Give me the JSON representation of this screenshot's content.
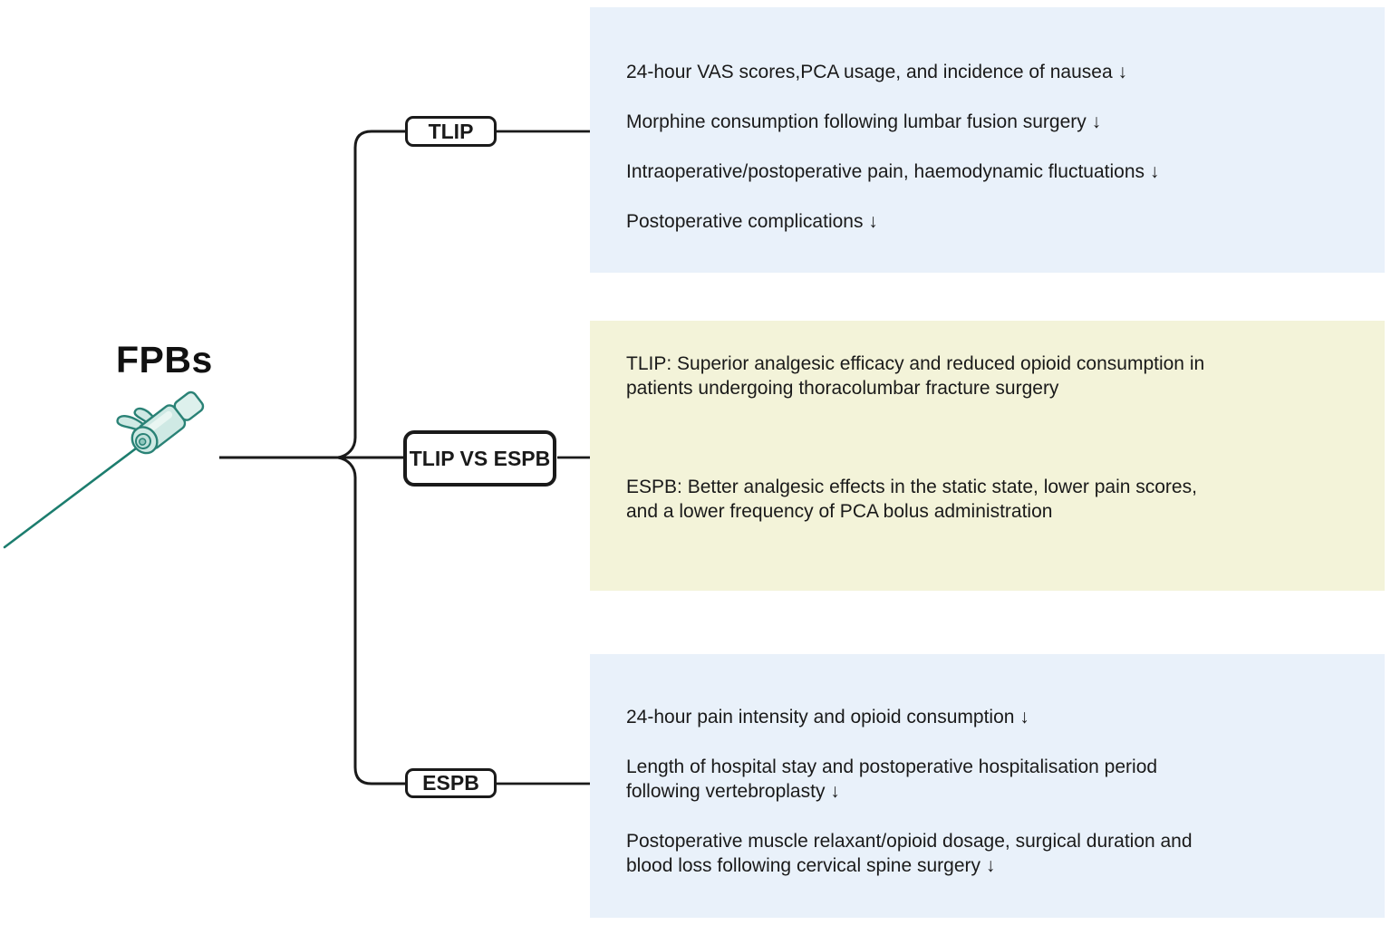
{
  "root": {
    "label": "FPBs"
  },
  "branches": [
    {
      "label": "TLIP"
    },
    {
      "label": "TLIP VS ESPB"
    },
    {
      "label": "ESPB"
    }
  ],
  "panels": [
    {
      "id": "tlip-outcomes",
      "bg": "#e9f1fa",
      "items": [
        {
          "lines": [
            "24-hour VAS scores,PCA usage, and incidence of nausea ↓"
          ]
        },
        {
          "lines": [
            "Morphine consumption following lumbar fusion surgery ↓"
          ]
        },
        {
          "lines": [
            "Intraoperative/postoperative pain, haemodynamic fluctuations ↓"
          ]
        },
        {
          "lines": [
            "Postoperative complications ↓"
          ]
        }
      ]
    },
    {
      "id": "tlip-vs-espb-outcomes",
      "bg": "#f3f3d9",
      "items": [
        {
          "lines": [
            "TLIP: Superior analgesic efficacy and reduced opioid consumption in",
            "patients undergoing thoracolumbar fracture surgery"
          ]
        },
        {
          "lines": [
            "ESPB: Better analgesic effects in the static state, lower pain scores,",
            "and a lower frequency of PCA bolus administration"
          ]
        }
      ]
    },
    {
      "id": "espb-outcomes",
      "bg": "#e9f1fa",
      "items": [
        {
          "lines": [
            "24-hour pain intensity and opioid consumption ↓"
          ]
        },
        {
          "lines": [
            "Length of hospital stay and postoperative hospitalisation period",
            "following vertebroplasty ↓"
          ]
        },
        {
          "lines": [
            "Postoperative muscle relaxant/opioid dosage, surgical duration and",
            "blood loss following cervical spine surgery ↓"
          ]
        }
      ]
    }
  ],
  "icons": {
    "needle": "iv-cannula-icon"
  },
  "colors": {
    "panel_blue": "#e9f1fa",
    "panel_yellow": "#f3f3d9",
    "line_black": "#1a1a1a",
    "needle_stroke": "#2a8276",
    "needle_fill": "#cfe9e4",
    "needle_shaft": "#1c7d6e"
  }
}
